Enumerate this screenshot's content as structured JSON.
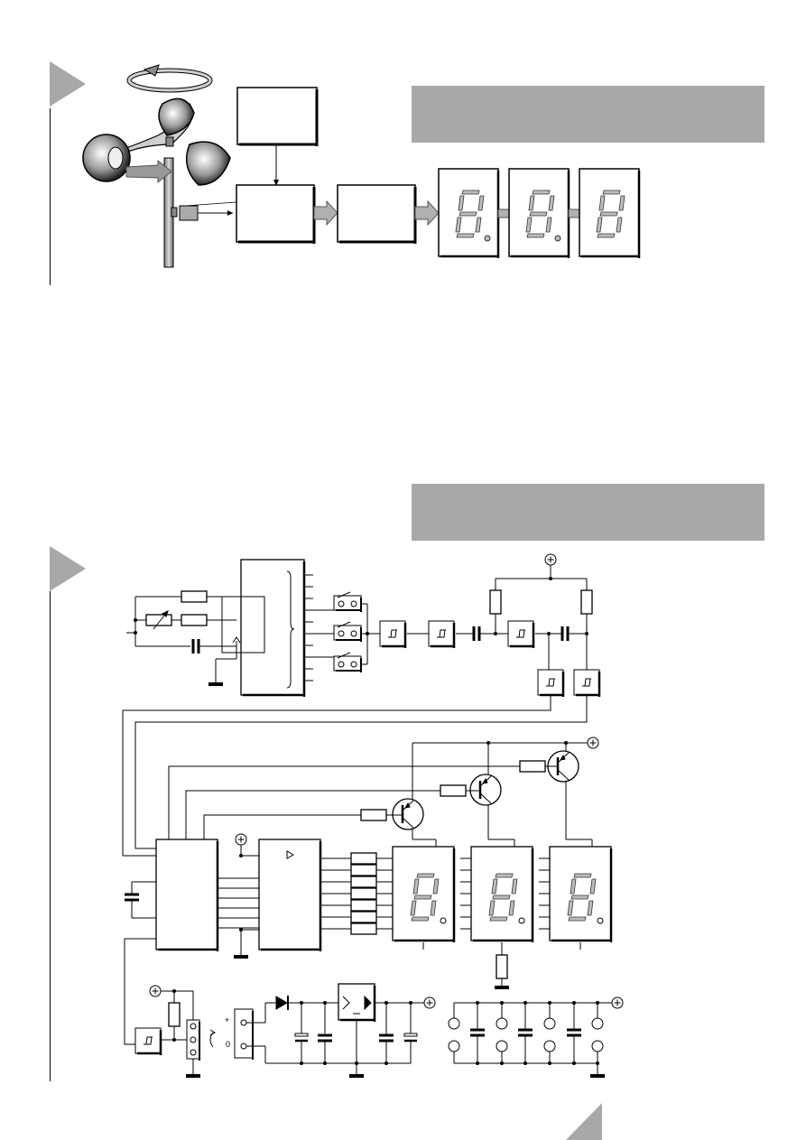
{
  "page": {
    "section_1": {
      "banner_text": ""
    },
    "section_2": {
      "banner_text": ""
    }
  },
  "block_diagram": {
    "blocks": [
      {
        "id": "reference",
        "label": ""
      },
      {
        "id": "counter",
        "label": ""
      },
      {
        "id": "decoder",
        "label": ""
      }
    ],
    "displays": [
      {
        "id": "digit-1",
        "decimal_point": true
      },
      {
        "id": "digit-2",
        "decimal_point": true
      },
      {
        "id": "digit-3",
        "decimal_point": false
      }
    ]
  },
  "schematic": {
    "power_symbol": "+",
    "connector_labels": [
      "+",
      "0"
    ]
  },
  "colors": {
    "banner": "#a8a8a8",
    "corner_triangle": "#a8a8a8",
    "segment_fill": "#bdbdbd",
    "display_bg": "#ffffff",
    "arrow_fill": "#b0b0b0"
  }
}
